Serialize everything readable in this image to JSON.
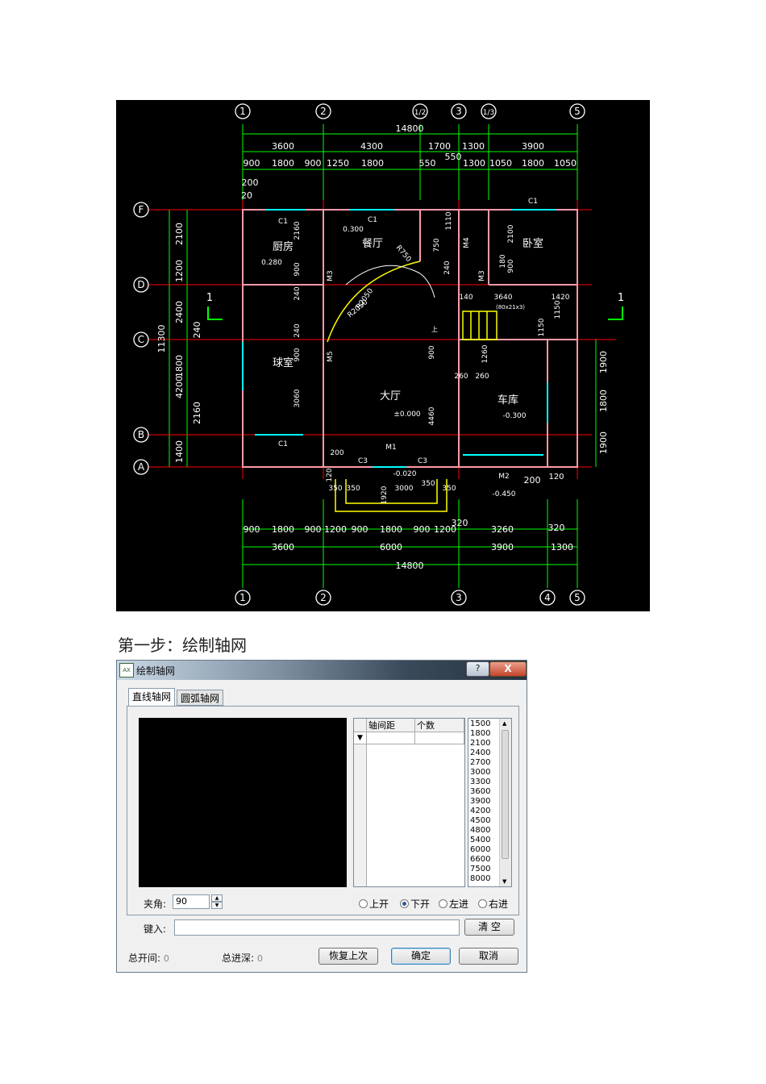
{
  "drawing": {
    "axis_numbers_top": [
      "1",
      "2",
      "1/2",
      "3",
      "1/3",
      "5"
    ],
    "axis_numbers_bottom": [
      "1",
      "2",
      "3",
      "4",
      "5"
    ],
    "axis_letters": [
      "F",
      "D",
      "C",
      "B",
      "A"
    ],
    "top_overall": "14800",
    "top_spans": [
      "3600",
      "4300",
      "1700",
      "1300",
      "3900"
    ],
    "top_details": [
      "900",
      "1800",
      "900",
      "1250",
      "1800",
      "550",
      "1300",
      "1050",
      "1800",
      "1050"
    ],
    "top_extra": [
      "550",
      "200",
      "20"
    ],
    "bottom_details": [
      "900",
      "1800",
      "900",
      "1200",
      "900",
      "1800",
      "900",
      "1200",
      "3260",
      "320"
    ],
    "bottom_spans": [
      "3600",
      "6000",
      "3900",
      "1300"
    ],
    "bottom_overall": "14800",
    "bottom_misc": [
      "320",
      "200",
      "120"
    ],
    "left_dims": [
      "2100",
      "1200",
      "2400",
      "1800",
      "4200",
      "1400"
    ],
    "left_overall": "11300",
    "left_inner": [
      "240",
      "2160"
    ],
    "right_dims": [
      "1900",
      "1800",
      "1900"
    ],
    "rooms": [
      "厨房",
      "餐厅",
      "卧室",
      "大厅",
      "车库",
      "球室"
    ],
    "labels": {
      "c1": "C1",
      "c3": "C3",
      "m1": "M1",
      "m2": "M2",
      "m3": "M3",
      "m4": "M4",
      "m5": "M5",
      "el_030": "0.300",
      "el_028": "0.280",
      "el_0000": "±0.000",
      "el_0020": "-0.020",
      "el_0300": "-0.300",
      "el_0450": "-0.450",
      "r750": "R750",
      "r2050": "R2050",
      "r2050b": "R2050",
      "d2160": "2160",
      "d900a": "900",
      "d240": "240",
      "d750": "750",
      "d1110": "1110",
      "d240b": "240",
      "d2100": "2100",
      "d900b": "900",
      "d180": "180",
      "d140": "140",
      "d3640": "3640",
      "d1420": "1420",
      "stair": "(80x21x3)",
      "d1150": "1150",
      "d1150b": "1150",
      "d240c": "240",
      "d900c": "900",
      "d3060": "3060",
      "d900d": "900",
      "d4460": "4460",
      "d1260": "1260",
      "d260a": "260",
      "d260b": "260",
      "d200a": "200",
      "d120": "120",
      "d350a": "350",
      "d350b": "350",
      "d3000": "3000",
      "d350c": "350",
      "d350d": "350",
      "d1920": "1920",
      "up": "上",
      "sec1": "1",
      "sec1b": "1"
    }
  },
  "caption": "第一步：绘制轴网",
  "dialog": {
    "title": "绘制轴网",
    "help": "?",
    "close": "X",
    "tabs": [
      "直线轴网",
      "圆弧轴网"
    ],
    "grid_headers": [
      "轴间距",
      "个数"
    ],
    "values": [
      "1500",
      "1800",
      "2100",
      "2400",
      "2700",
      "3000",
      "3300",
      "3600",
      "3900",
      "4200",
      "4500",
      "4800",
      "5400",
      "6000",
      "6600",
      "7500",
      "8000"
    ],
    "angle_label": "夹角:",
    "angle_value": "90",
    "radios": [
      {
        "label": "上开",
        "checked": false
      },
      {
        "label": "下开",
        "checked": true
      },
      {
        "label": "左进",
        "checked": false
      },
      {
        "label": "右进",
        "checked": false
      }
    ],
    "input_label": "键入:",
    "clear_button": "清 空",
    "total_bay_label": "总开间:",
    "total_bay_value": "0",
    "total_depth_label": "总进深:",
    "total_depth_value": "0",
    "restore_button": "恢复上次",
    "ok_button": "确定",
    "cancel_button": "取消"
  }
}
